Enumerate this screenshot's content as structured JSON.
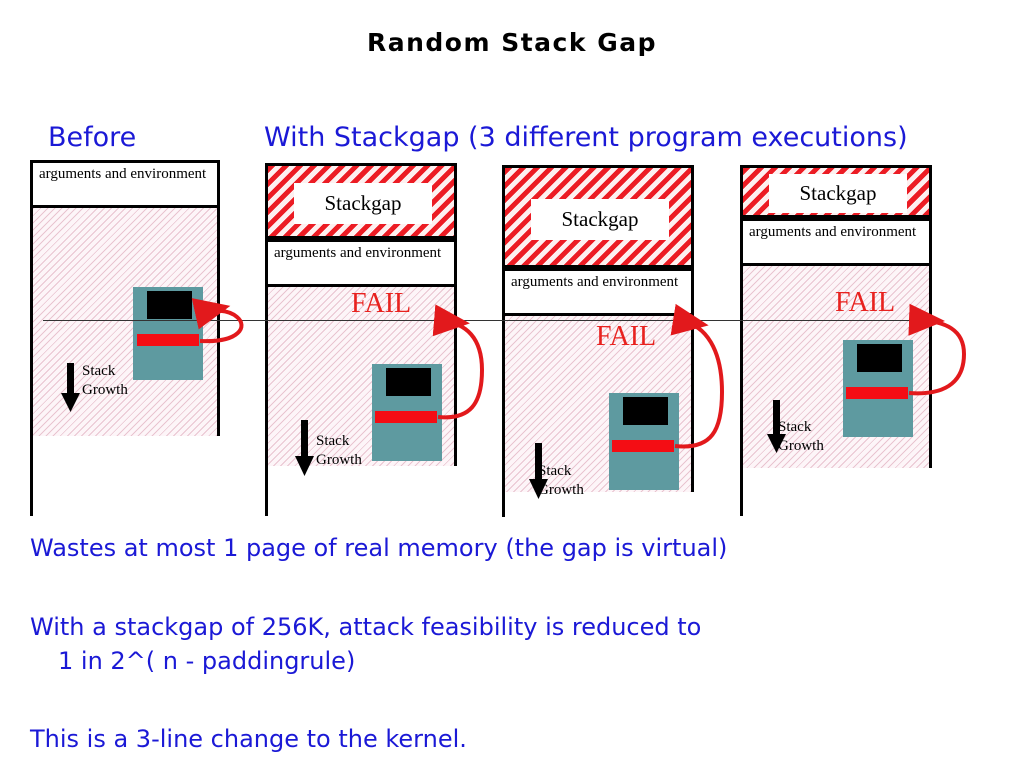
{
  "title": "Random Stack Gap",
  "colors": {
    "heading_blue": "#1b19d6",
    "fail_red": "#e8221f",
    "hatch_red": "#ec1c24",
    "hatch_pink": "#e9c4d0",
    "stack_teal": "#5e9aa0",
    "bar_red": "#f40d14",
    "border_black": "#000000"
  },
  "headers": {
    "before": "Before",
    "with_stackgap": "With Stackgap  (3 different program executions)"
  },
  "labels": {
    "args_env": "arguments and environment",
    "stackgap": "Stackgap",
    "fail": "FAIL",
    "stack_growth_line1": "Stack",
    "stack_growth_line2": "Growth"
  },
  "columns": [
    {
      "name": "before",
      "has_stackgap": false,
      "has_fail": false,
      "args_label": "arguments and environment",
      "growth_label_1": "Stack",
      "growth_label_2": "Growth"
    },
    {
      "name": "execution-1",
      "has_stackgap": true,
      "has_fail": true,
      "stackgap_label": "Stackgap",
      "args_label": "arguments and environment",
      "fail_label": "FAIL",
      "growth_label_1": "Stack",
      "growth_label_2": "Growth"
    },
    {
      "name": "execution-2",
      "has_stackgap": true,
      "has_fail": true,
      "stackgap_label": "Stackgap",
      "args_label": "arguments and environment",
      "fail_label": "FAIL",
      "growth_label_1": "Stack",
      "growth_label_2": "Growth"
    },
    {
      "name": "execution-3",
      "has_stackgap": true,
      "has_fail": true,
      "stackgap_label": "Stackgap",
      "args_label": "arguments and environment",
      "fail_label": "FAIL",
      "growth_label_1": "Stack",
      "growth_label_2": "Growth"
    }
  ],
  "bullets": {
    "line1": "Wastes at most 1 page of real memory (the gap is virtual)",
    "line2a": "With a stackgap of 256K, attack feasibility is reduced to",
    "line2b": "1 in 2^( n - paddingrule)",
    "line3": "This is a 3-line change to the kernel."
  }
}
